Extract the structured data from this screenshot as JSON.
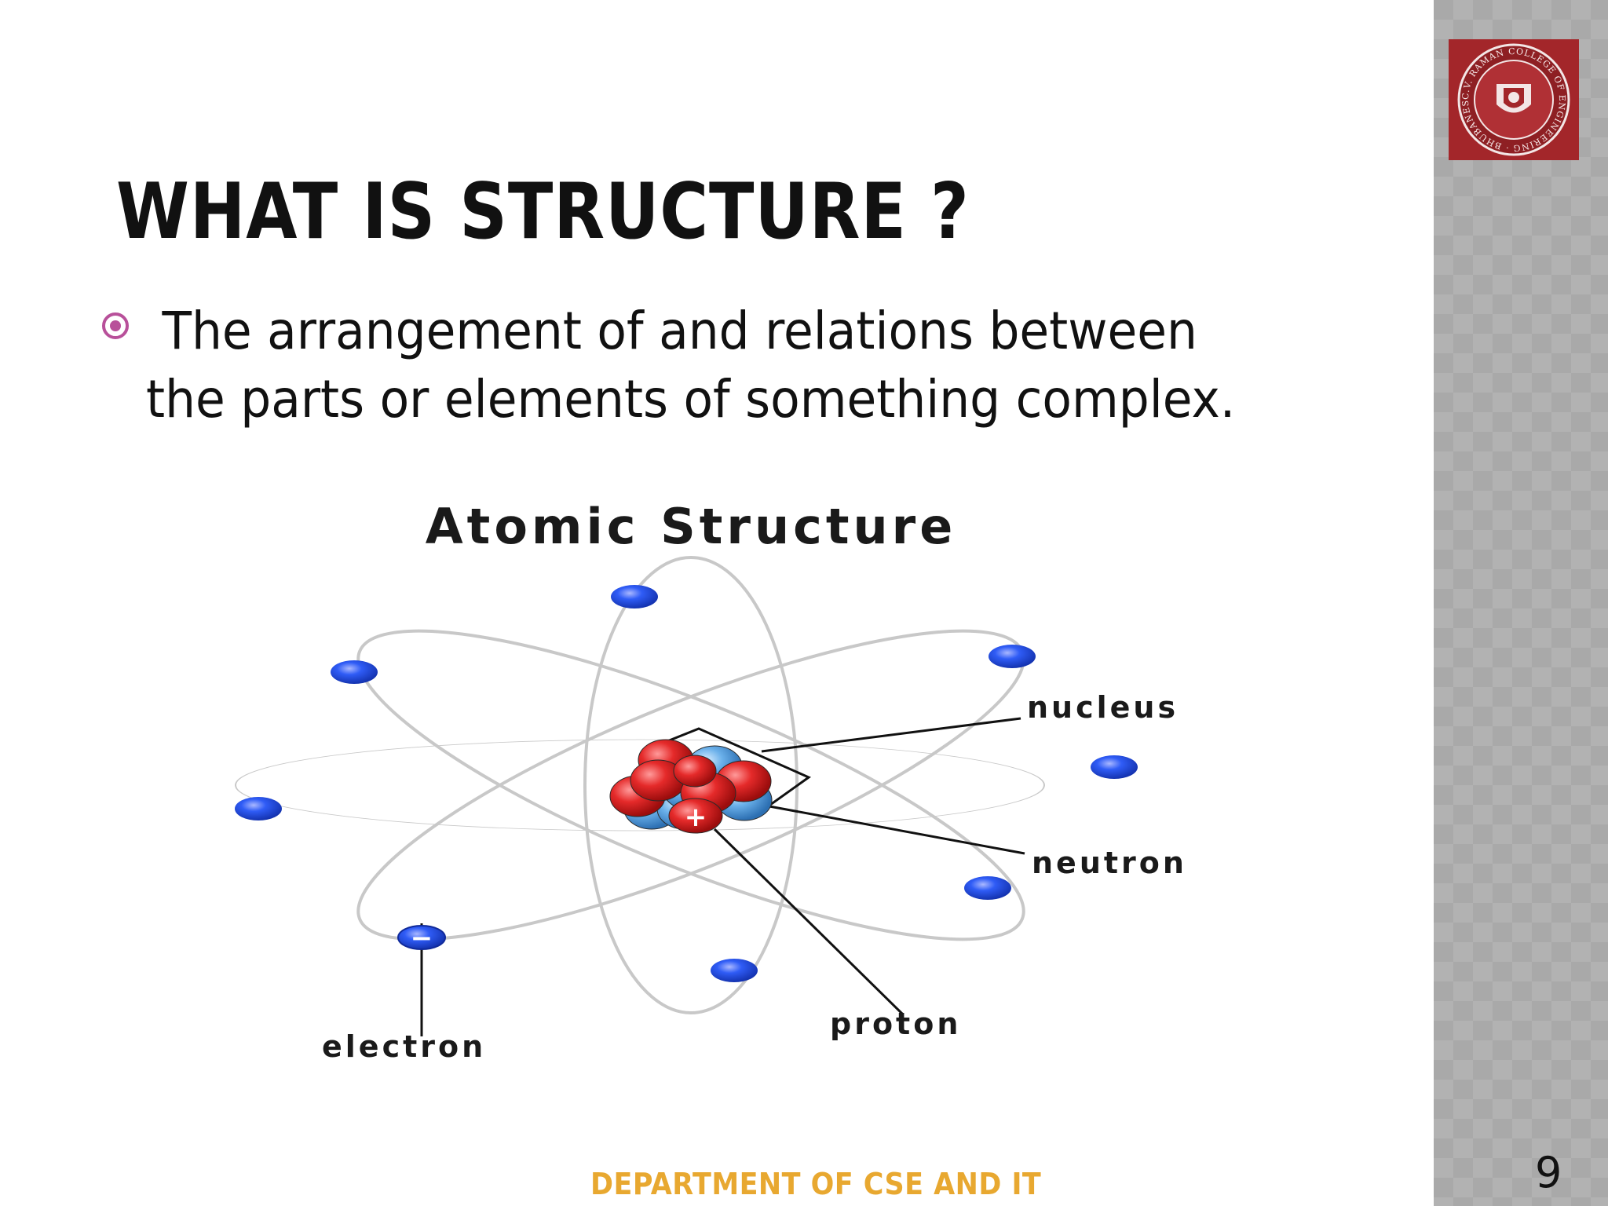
{
  "slide": {
    "title": "WHAT IS STRUCTURE ?",
    "bullet": {
      "icon": "circled-dot-bullet-icon",
      "line1": "The arrangement of and relations between",
      "line2": "the parts or elements of something complex."
    },
    "figure": {
      "title": "Atomic Structure",
      "labels": {
        "nucleus": "nucleus",
        "neutron": "neutron",
        "proton": "proton",
        "electron": "electron"
      },
      "symbols": {
        "proton": "+",
        "electron": "−"
      }
    },
    "footer": "DEPARTMENT OF CSE AND IT",
    "page_number": "9",
    "logo": {
      "ring_text": "C.V. RAMAN COLLEGE OF ENGINEERING · BHUBANESWAR"
    }
  },
  "colors": {
    "bullet": "#b8509a",
    "footer": "#e8a830",
    "sidebar": "#a9a9a9",
    "proton": "#dd2222",
    "neutron": "#5aa5e0",
    "electron": "#2255ee",
    "logo": "#a3262a"
  }
}
